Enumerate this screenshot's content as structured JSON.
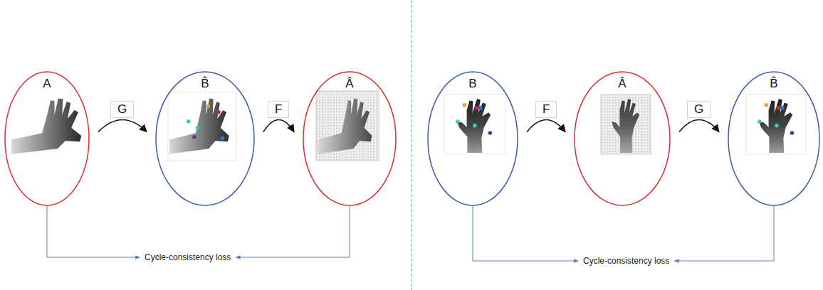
{
  "diagram": {
    "nodes": [
      {
        "text": [
          "A"
        ]
      },
      {
        "text": [
          "B̂"
        ]
      },
      {
        "text": [
          "Â"
        ]
      },
      {
        "text": [
          "Cycle-consistency loss"
        ]
      },
      {
        "text": [
          "B"
        ]
      },
      {
        "text": [
          "Â"
        ]
      },
      {
        "text": [
          "B̂"
        ]
      },
      {
        "text": [
          "Cycle-consistency loss"
        ]
      }
    ],
    "edges": [
      {
        "from": 0,
        "to": 1,
        "label": "G",
        "arrow": "to"
      },
      {
        "from": 1,
        "to": 2,
        "label": "F",
        "arrow": "to"
      },
      {
        "from": 0,
        "to": 3,
        "arrow": "to"
      },
      {
        "from": 2,
        "to": 3,
        "arrow": "to"
      },
      {
        "from": 4,
        "to": 5,
        "label": "F",
        "arrow": "to"
      },
      {
        "from": 5,
        "to": 6,
        "label": "G",
        "arrow": "to"
      },
      {
        "from": 4,
        "to": 7,
        "arrow": "to"
      },
      {
        "from": 6,
        "to": 7,
        "arrow": "to"
      }
    ]
  }
}
